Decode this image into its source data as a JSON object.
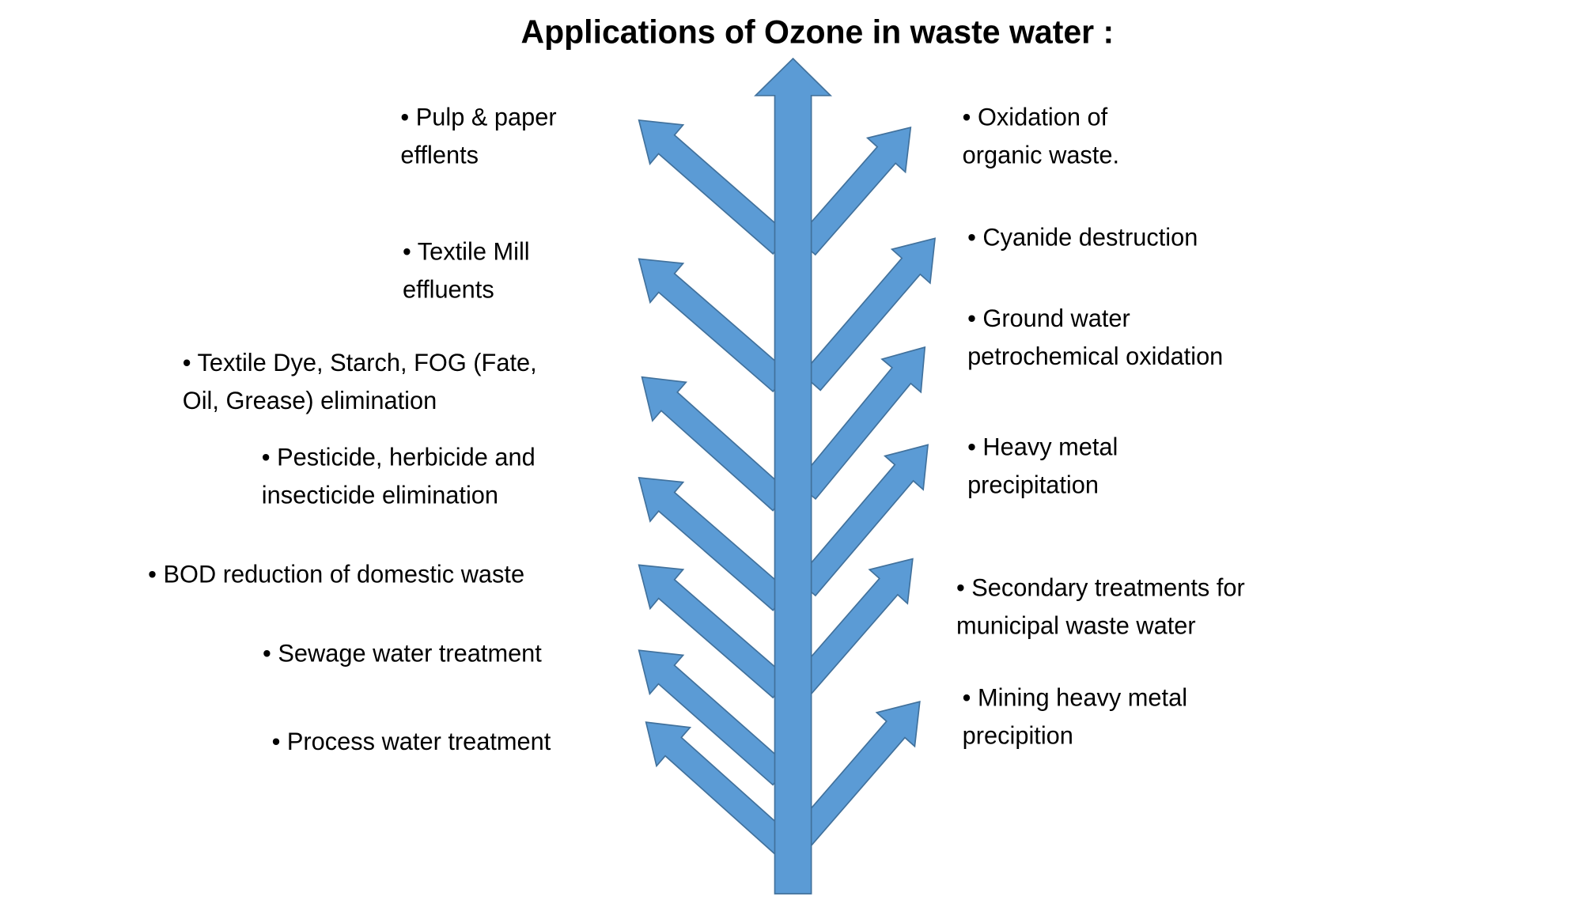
{
  "title": "Applications of Ozone in waste water :",
  "colors": {
    "arrow_fill": "#5b9bd5",
    "arrow_stroke": "#41719c"
  },
  "left_items": [
    {
      "lines": [
        "• Pulp & paper",
        "efflents"
      ]
    },
    {
      "lines": [
        "• Textile Mill",
        "effluents"
      ]
    },
    {
      "lines": [
        "• Textile Dye, Starch, FOG (Fate,",
        "Oil, Grease) elimination"
      ]
    },
    {
      "lines": [
        "• Pesticide, herbicide and",
        "insecticide elimination"
      ]
    },
    {
      "lines": [
        "• BOD reduction of domestic waste"
      ]
    },
    {
      "lines": [
        "• Sewage water treatment"
      ]
    },
    {
      "lines": [
        "• Process water treatment"
      ]
    }
  ],
  "right_items": [
    {
      "lines": [
        "• Oxidation of",
        "organic waste."
      ]
    },
    {
      "lines": [
        "• Cyanide destruction"
      ]
    },
    {
      "lines": [
        "• Ground water",
        "petrochemical oxidation"
      ]
    },
    {
      "lines": [
        "• Heavy metal",
        "precipitation"
      ]
    },
    {
      "lines": [
        "• Secondary treatments for",
        "municipal waste water"
      ]
    },
    {
      "lines": [
        "• Mining heavy metal",
        "precipition"
      ]
    }
  ]
}
